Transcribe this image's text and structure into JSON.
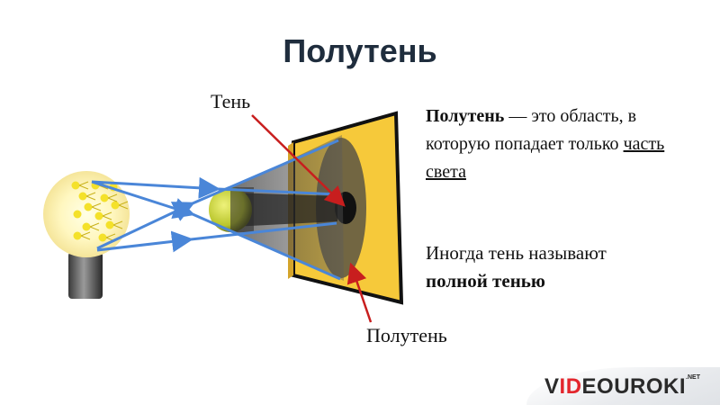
{
  "title": "Полутень",
  "labels": {
    "shadow": "Тень",
    "penumbra": "Полутень"
  },
  "definition": {
    "term": "Полутень",
    "dash_text": " — это область, в которую попадает только ",
    "underlined": "часть света"
  },
  "note": {
    "text": "Иногда тень называют",
    "bold": "полной тенью"
  },
  "logo": {
    "prefix": "V",
    "red_part": "ID",
    "suffix": "EOUROKI",
    "tld": ".NET"
  },
  "colors": {
    "screen": "#f6c93a",
    "rays": "#4a86d8",
    "arrows": "#c81e1e",
    "ball": "#c8d63a"
  }
}
